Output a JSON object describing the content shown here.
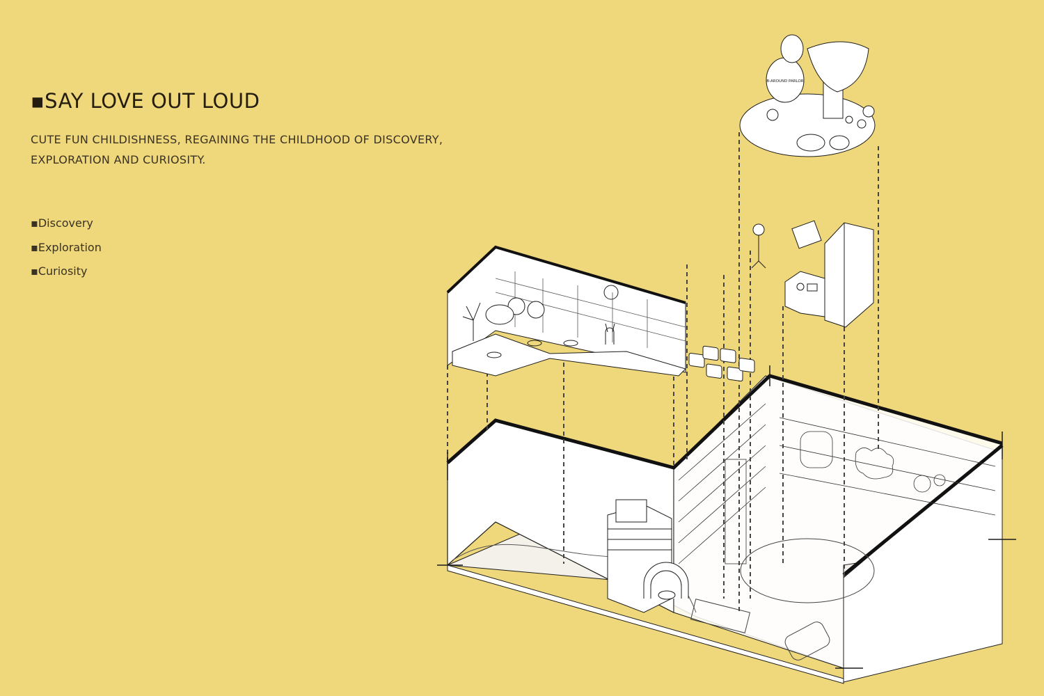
{
  "title": "▪SAY LOVE OUT LOUD",
  "subtitle_lines": [
    "CUTE FUN CHILDISHNESS, REGAINING THE CHILDHOOD OF DISCOVERY,",
    "EXPLORATION AND CURIOSITY."
  ],
  "keywords": [
    "▪Discovery",
    "▪Exploration",
    "▪Curiosity"
  ],
  "sign_text": "B-AROUND PARLOR",
  "colors": {
    "background": "#efd77b",
    "line": "#1c1c1c",
    "panel": "#ffffff"
  }
}
